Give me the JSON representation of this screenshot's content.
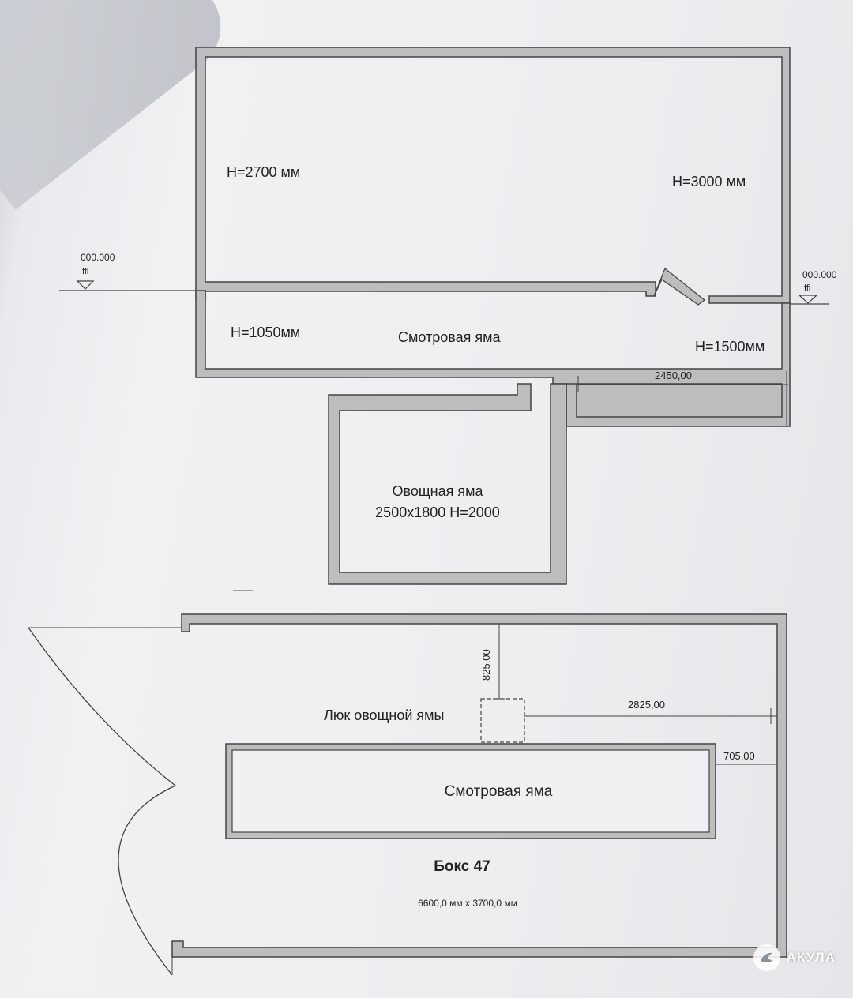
{
  "top_plan": {
    "room_height_left": "H=2700 мм",
    "room_height_right": "H=3000 мм",
    "level_left": "000.000",
    "level_left_unit": "ffl",
    "level_right": "000.000",
    "level_right_unit": "ffl",
    "pit_height_left": "H=1050мм",
    "pit_label": "Смотровая яма",
    "pit_height_right": "H=1500мм",
    "pit_dimension": "2450,00",
    "cellar_label": "Овощная яма",
    "cellar_size": "2500x1800 H=2000"
  },
  "bottom_plan": {
    "dim_vertical": "825,00",
    "hatch_label": "Люк овощной ямы",
    "dim_hatch": "2825,00",
    "dim_pit_offset": "705,00",
    "pit_label": "Смотровая яма",
    "box_title": "Бокс 47",
    "box_size": "6600,0 мм x 3700,0 мм"
  },
  "watermark": {
    "text": "АКУЛА"
  }
}
